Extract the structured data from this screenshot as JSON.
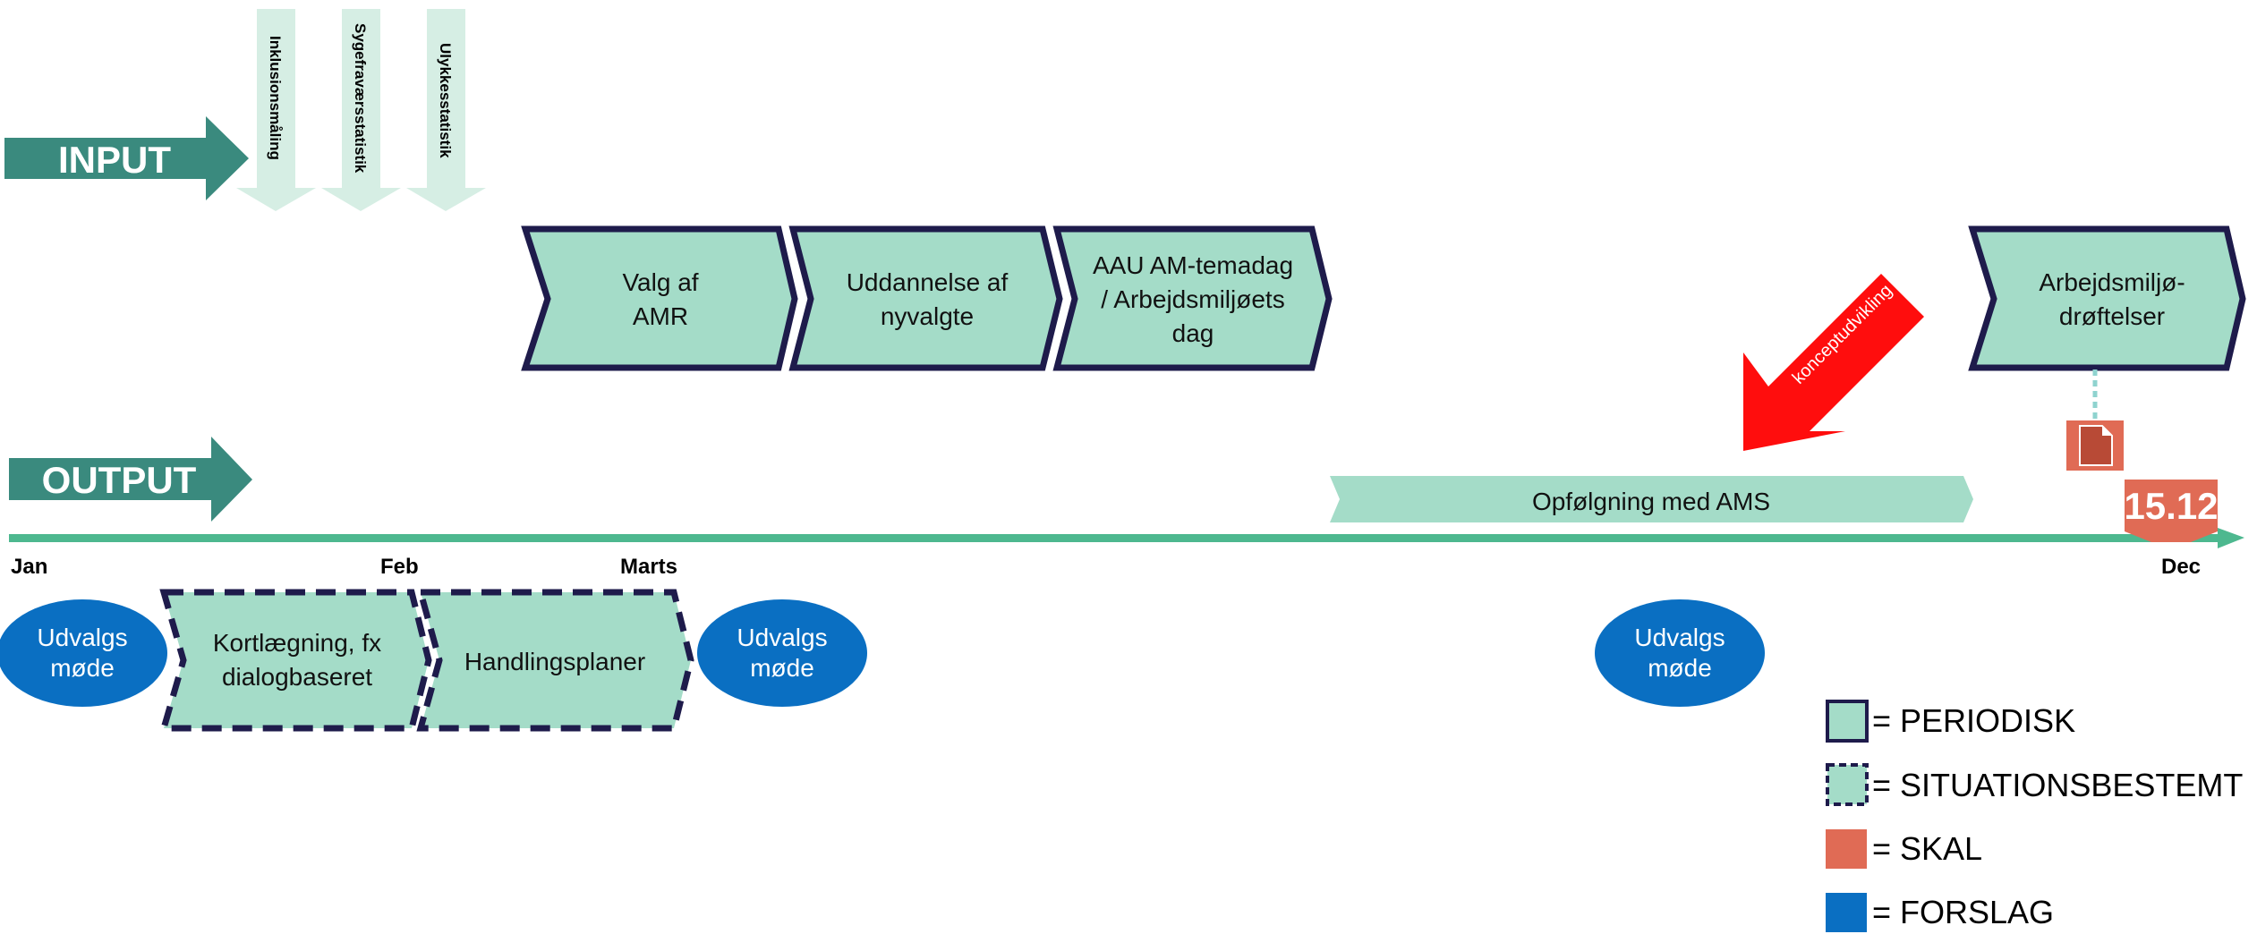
{
  "colors": {
    "teal_dark": "#3a8a7e",
    "mint": "#a4dcc8",
    "mint_light": "#d6eee4",
    "navy": "#1e1b4b",
    "timeline": "#4db88f",
    "skal": "#e06b55",
    "skal_dark": "#b84a36",
    "forslag": "#0a6fc2",
    "red_arrow": "#ff0d0d"
  },
  "input": {
    "label": "INPUT"
  },
  "output": {
    "label": "OUTPUT"
  },
  "input_sources": [
    "Inklusionsmåling",
    "Sygefraværsstatistik",
    "Ulykkesstatistik"
  ],
  "periodic_steps": {
    "valg_af_amr": [
      "Valg af",
      "AMR"
    ],
    "uddannelse": [
      "Uddannelse af",
      "nyvalgte"
    ],
    "temadag": [
      "AAU AM-temadag",
      "/ Arbejdsmiljøets",
      "dag"
    ],
    "droeftelser": [
      "Arbejdsmiljø-",
      "drøftelser"
    ]
  },
  "situational_steps": {
    "kortlaegning": [
      "Kortlægning, fx",
      "dialogbaseret"
    ],
    "handlingsplaner": [
      "Handlingsplaner"
    ]
  },
  "follow_up": "Opfølgning med AMS",
  "concept_arrow": "konceptudvikling",
  "deadline": "15.12",
  "months": {
    "jan": "Jan",
    "feb": "Feb",
    "marts": "Marts",
    "dec": "Dec"
  },
  "meetings": [
    [
      "Udvalgs",
      "møde"
    ],
    [
      "Udvalgs",
      "møde"
    ],
    [
      "Udvalgs",
      "møde"
    ]
  ],
  "legend": {
    "periodisk": "= PERIODISK",
    "situationsbestemt": "= SITUATIONSBESTEMT",
    "skal": "= SKAL",
    "forslag": "= FORSLAG"
  }
}
